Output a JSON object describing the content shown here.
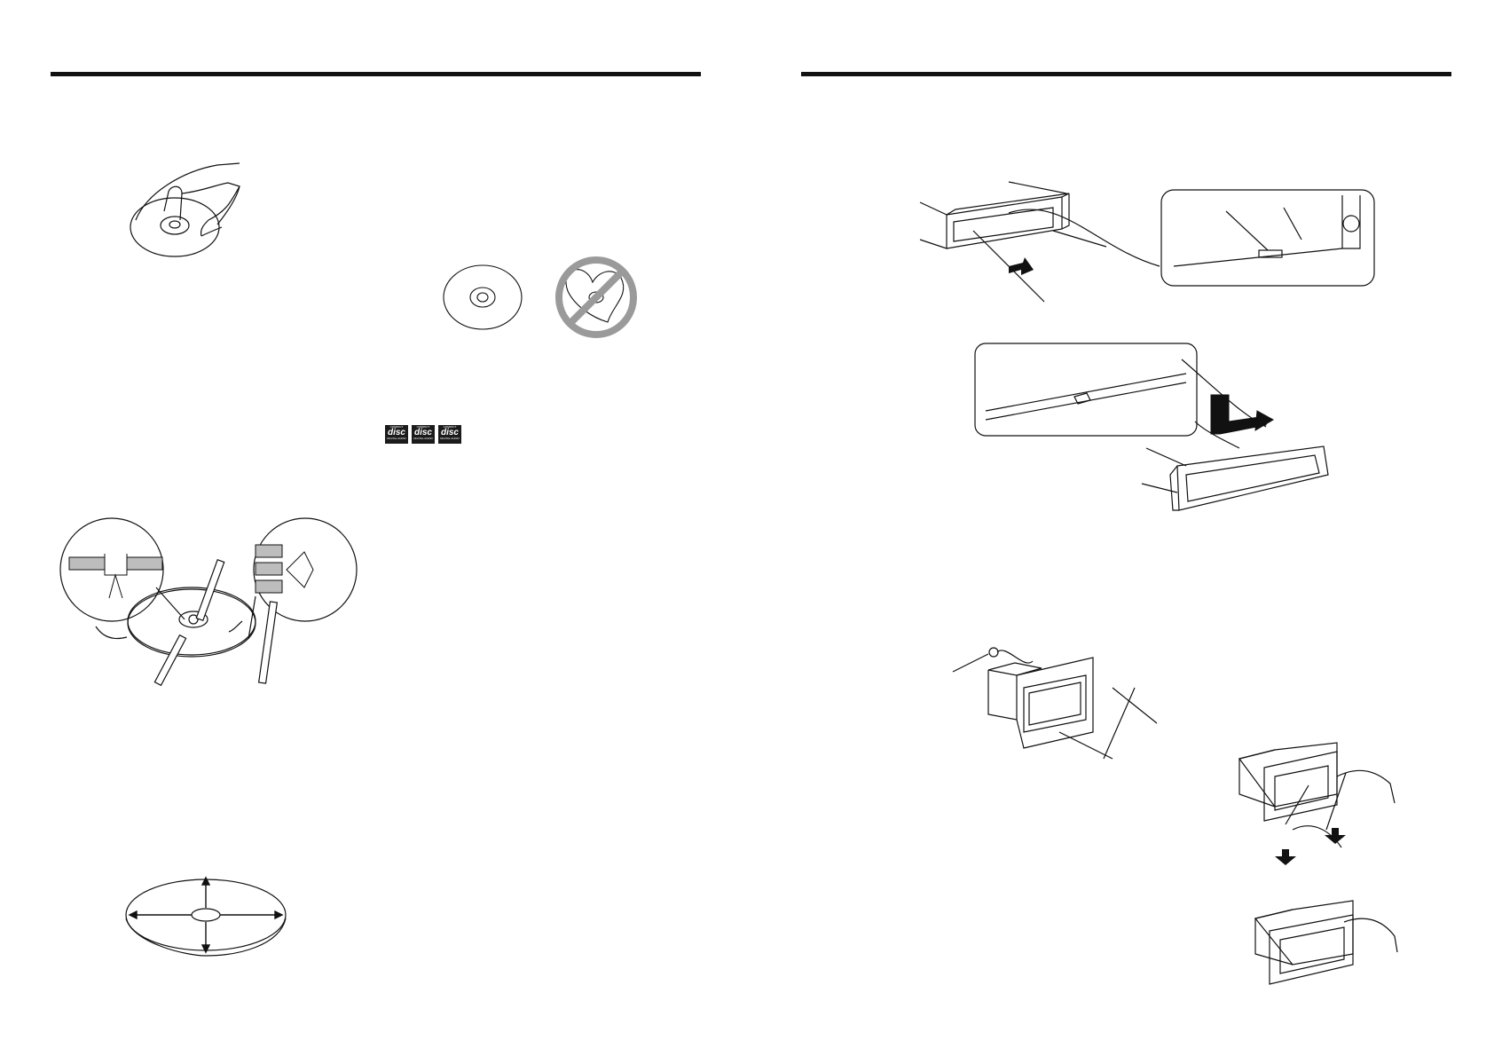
{
  "pages": [
    {
      "id": "left",
      "contents": [
        "disc-handling-illustration",
        "disc-do-dont-illustration",
        "cd-logos",
        "disc-cleaning-illustration",
        "disc-wipe-illustration"
      ]
    },
    {
      "id": "right",
      "contents": [
        "faceplate-removal-illustration",
        "faceplate-attach-illustration",
        "unit-installation-illustration",
        "unit-removal-illustration"
      ]
    }
  ],
  "cd_logos": [
    {
      "icon": "compact-disc-logo",
      "top_text": "COMPACT",
      "main_text": "disc",
      "bottom_text": "DIGITAL AUDIO"
    },
    {
      "icon": "compact-disc-logo",
      "top_text": "COMPACT",
      "main_text": "disc",
      "bottom_text": "DIGITAL AUDIO"
    },
    {
      "icon": "compact-disc-logo",
      "top_text": "COMPACT",
      "main_text": "disc",
      "bottom_text": "DIGITAL AUDIO"
    }
  ],
  "colors": {
    "ink": "#111111",
    "prohibition": "#9a9a9a",
    "shade": "#bdbdbd"
  }
}
